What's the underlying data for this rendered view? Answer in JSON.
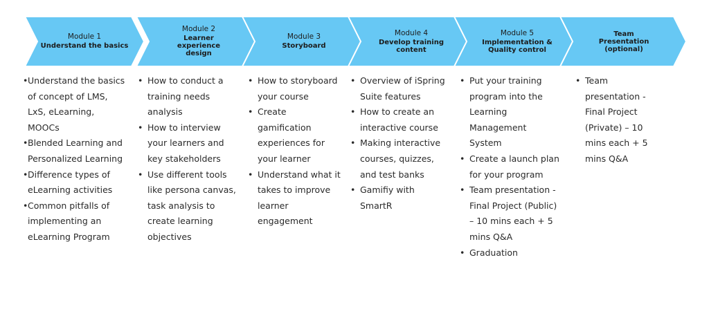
{
  "theme": {
    "chevron_fill": "#67C8F4",
    "chevron_stroke": "#ffffff",
    "text_color": "#2a2a2a"
  },
  "modules": [
    {
      "label": "Module 1",
      "title": "Understand the basics",
      "items": [
        "Understand the basics of concept of LMS, LxS, eLearning, MOOCs",
        "Blended Learning and Personalized Learning",
        "Difference types of eLearning activities",
        "Common pitfalls of implementing an eLearning Program"
      ]
    },
    {
      "label": "Module 2",
      "title": "Learner experience design",
      "items": [
        "How to conduct a training needs analysis",
        "How to interview your learners and key stakeholders",
        "Use different tools like persona canvas, task analysis  to create learning objectives"
      ]
    },
    {
      "label": "Module 3",
      "title": "Storyboard",
      "items": [
        "How to storyboard your course",
        "Create gamification experiences for your learner",
        "Understand what it takes to improve learner engagement"
      ]
    },
    {
      "label": "Module 4",
      "title": "Develop training content",
      "items": [
        "Overview of iSpring Suite features",
        "How to create an interactive course",
        "Making interactive courses, quizzes, and test banks",
        "Gamifiy with SmartR"
      ]
    },
    {
      "label": "Module 5",
      "title": "Implementation & Quality control",
      "items": [
        "Put your training program into the Learning Management System",
        "Create a launch plan for your program",
        "Team presentation - Final Project (Public) – 10 mins each + 5 mins Q&A",
        "Graduation"
      ]
    },
    {
      "label": "",
      "title": "Team Presentation (optional)",
      "items": [
        "Team presentation - Final Project (Private) – 10 mins each + 5 mins Q&A"
      ]
    }
  ]
}
